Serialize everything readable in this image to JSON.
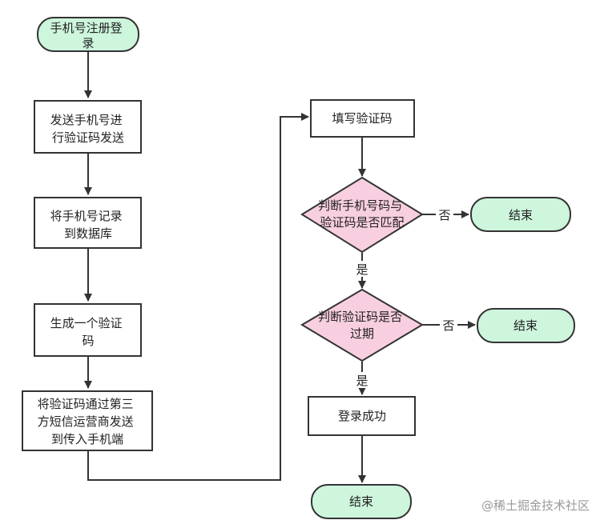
{
  "nodes": {
    "start": [
      "手机号注册登",
      "录"
    ],
    "send_code": [
      "发送手机号进",
      "行验证码发送"
    ],
    "save_db": [
      "将手机号记录",
      "到数据库"
    ],
    "gen_code": [
      "生成一个验证",
      "码"
    ],
    "deliver": [
      "将验证码通过第三",
      "方短信运营商发送",
      "到传入手机端"
    ],
    "fill_code": [
      "填写验证码"
    ],
    "check_match": [
      "判断手机号码与",
      "验证码是否匹配"
    ],
    "end_1": [
      "结束"
    ],
    "check_expire": [
      "判断验证码是否",
      "过期"
    ],
    "end_2": [
      "结束"
    ],
    "login_ok": [
      "登录成功"
    ],
    "end_3": [
      "结束"
    ]
  },
  "edge_labels": {
    "no_1": "否",
    "yes_1": "是",
    "no_2": "否",
    "yes_2": "是"
  },
  "watermark": "@稀土掘金技术社区",
  "colors": {
    "terminal_fill": "#cdf6dd",
    "decision_fill": "#f8cfe0",
    "process_fill": "#ffffff",
    "stroke": "#333333"
  }
}
